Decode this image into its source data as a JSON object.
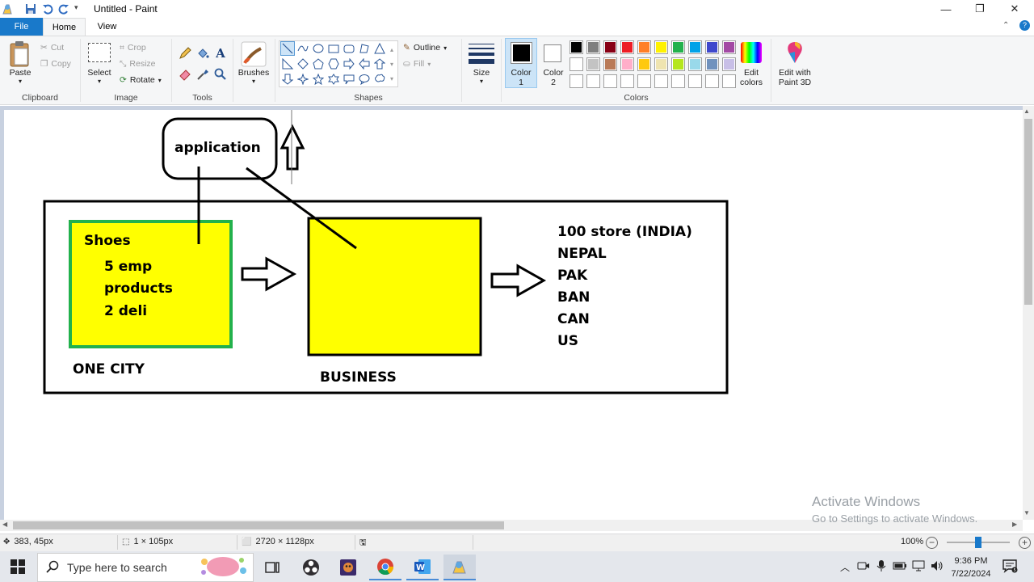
{
  "window": {
    "title": "Untitled - Paint",
    "minimize_glyph": "—",
    "maximize_glyph": "❐",
    "close_glyph": "✕"
  },
  "tabs": [
    "File",
    "Home",
    "View"
  ],
  "ribbon": {
    "clipboard": {
      "label": "Clipboard",
      "paste": "Paste",
      "cut": "Cut",
      "copy": "Copy"
    },
    "image": {
      "label": "Image",
      "select": "Select",
      "crop": "Crop",
      "resize": "Resize",
      "rotate": "Rotate"
    },
    "tools": {
      "label": "Tools"
    },
    "brushes": {
      "label": "Brushes"
    },
    "shapes": {
      "label": "Shapes",
      "outline": "Outline",
      "fill": "Fill"
    },
    "size": {
      "label": "Size"
    },
    "colors": {
      "label": "Colors",
      "color1_line1": "Color",
      "color1_line2": "1",
      "color2_line1": "Color",
      "color2_line2": "2",
      "edit_line1": "Edit",
      "edit_line2": "colors",
      "color1": "#000000",
      "color2": "#ffffff",
      "palette_row1": [
        "#000000",
        "#7f7f7f",
        "#880015",
        "#ed1c24",
        "#ff7f27",
        "#fff200",
        "#22b14c",
        "#00a2e8",
        "#3f48cc",
        "#a349a4"
      ],
      "palette_row2": [
        "#ffffff",
        "#c3c3c3",
        "#b97a57",
        "#ffaec9",
        "#ffc90e",
        "#efe4b0",
        "#b5e61d",
        "#99d9ea",
        "#7092be",
        "#c8bfe7"
      ],
      "palette_row3": [
        "#ffffff",
        "#ffffff",
        "#ffffff",
        "#ffffff",
        "#ffffff",
        "#ffffff",
        "#ffffff",
        "#ffffff",
        "#ffffff",
        "#ffffff"
      ]
    },
    "paint3d": {
      "line1": "Edit with",
      "line2": "Paint 3D"
    }
  },
  "drawing": {
    "application": "application",
    "shoes": "Shoes",
    "emp": "5 emp",
    "products": "products",
    "deli": "2 deli",
    "one_city": "ONE CITY",
    "business": "BUSINESS",
    "stores": [
      "100 store (INDIA)",
      "NEPAL",
      "PAK",
      "BAN",
      "CAN",
      "US"
    ]
  },
  "watermark": {
    "line1": "Activate Windows",
    "line2": "Go to Settings to activate Windows."
  },
  "status": {
    "cursor_pos": "383, 45px",
    "selection_size": "1 × 105px",
    "canvas_size": "2720 × 1128px",
    "zoom": "100%",
    "zoom_level_pct": 50
  },
  "taskbar": {
    "search_placeholder": "Type here to search",
    "time": "9:36 PM",
    "date": "7/22/2024"
  }
}
